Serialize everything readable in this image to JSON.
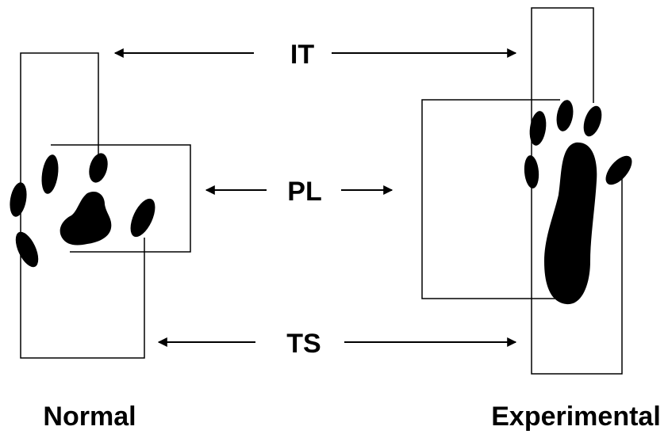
{
  "labels": {
    "it": "IT",
    "pl": "PL",
    "ts": "TS",
    "normal": "Normal",
    "experimental": "Experimental"
  },
  "colors": {
    "ink": "#000000",
    "background": "#ffffff"
  }
}
